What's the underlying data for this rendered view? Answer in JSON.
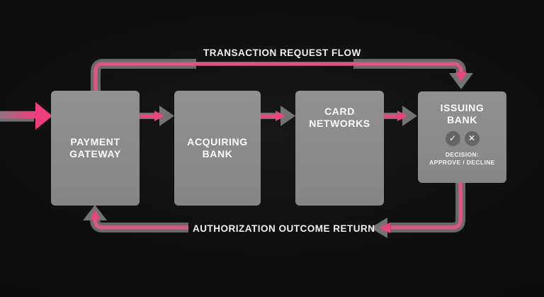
{
  "diagram": {
    "top_flow_label": "TRANSACTION REQUEST FLOW",
    "bottom_flow_label": "AUTHORIZATION OUTCOME RETURN",
    "nodes": [
      {
        "id": "payment-gateway",
        "label_lines": [
          "PAYMENT",
          "GATEWAY"
        ]
      },
      {
        "id": "acquiring-bank",
        "label_lines": [
          "ACQUIRING",
          "BANK"
        ]
      },
      {
        "id": "card-networks",
        "label_lines": [
          "CARD",
          "NETWORKS"
        ]
      },
      {
        "id": "issuing-bank",
        "label_lines": [
          "ISSUING",
          "BANK"
        ],
        "icons": [
          {
            "name": "check-icon",
            "glyph": "✓"
          },
          {
            "name": "cross-icon",
            "glyph": "✕"
          }
        ],
        "decision_lines": [
          "DECISION:",
          "APPROVE / DECLINE"
        ]
      }
    ],
    "colors": {
      "background": "#0d0d0d",
      "node_fill": "#8d8d8d",
      "node_text": "#ffffff",
      "flow_pink_bright": "#ee3d80",
      "flow_pink_line": "#d75880",
      "flow_gray": "#696969",
      "arrowhead_gray": "#737373",
      "icon_circle_fill": "#656565"
    }
  }
}
